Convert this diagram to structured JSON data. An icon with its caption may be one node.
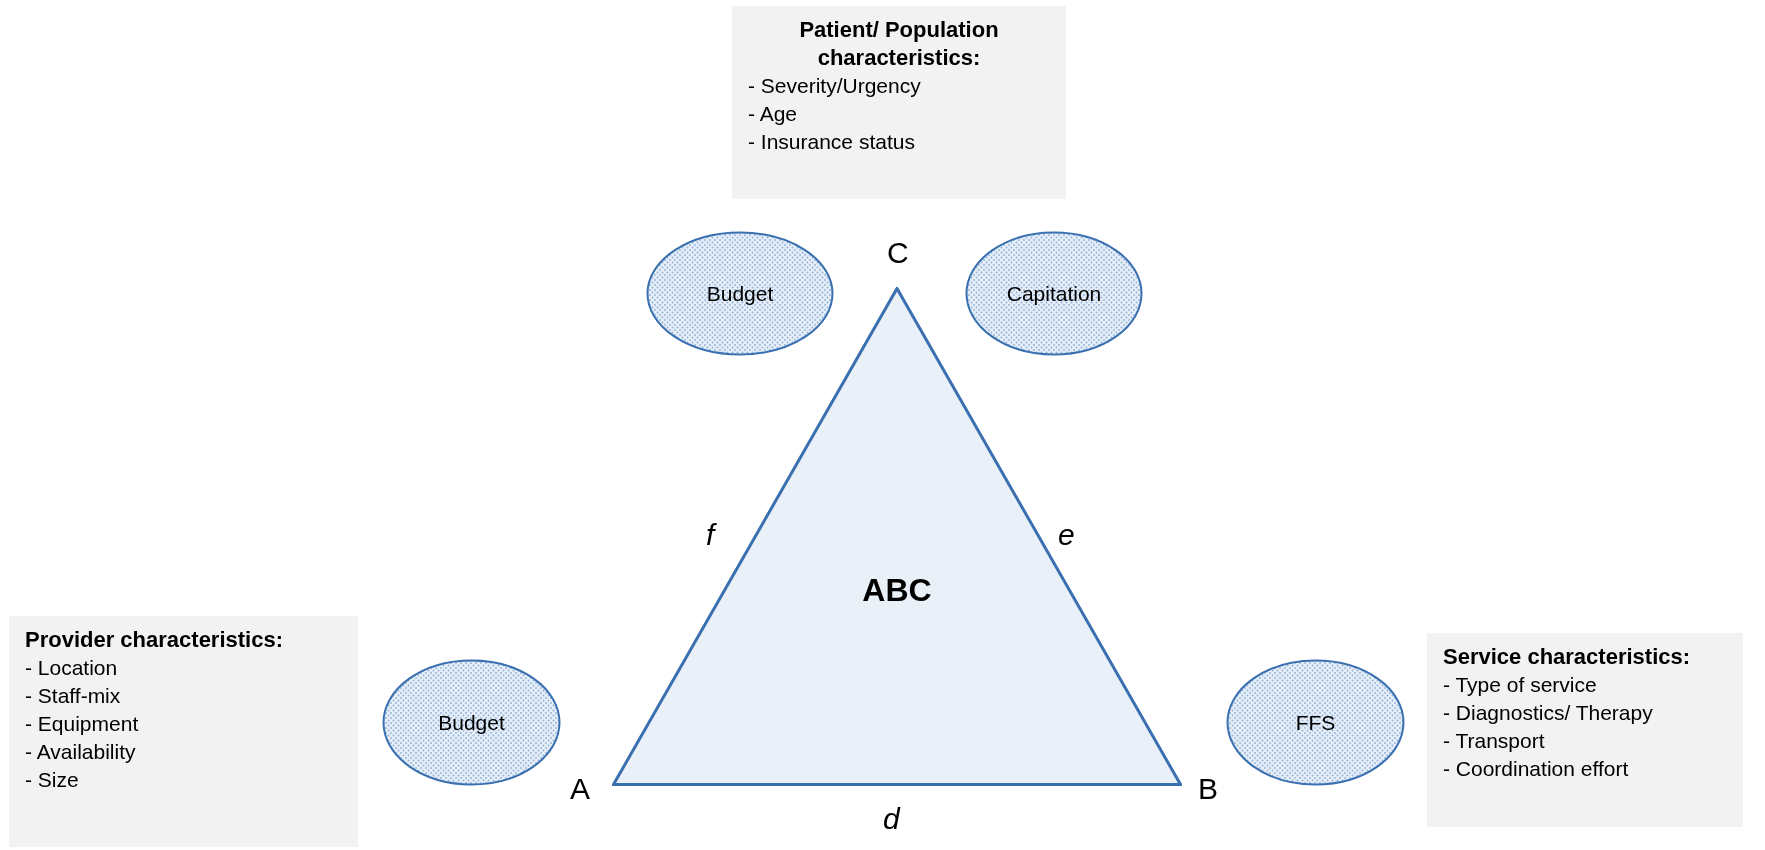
{
  "diagram": {
    "nodes": [
      {
        "text": [
          "Patient/ Population characteristics:",
          "- Severity/Urgency",
          "- Age",
          "- Insurance status"
        ]
      },
      {
        "text": [
          "Budget"
        ]
      },
      {
        "text": [
          "Capitation"
        ]
      },
      {
        "text": [
          "ABC"
        ]
      },
      {
        "text": [
          "Provider characteristics:",
          "- Location",
          "- Staff-mix",
          "- Equipment",
          "- Availability",
          "- Size"
        ]
      },
      {
        "text": [
          "Budget"
        ]
      },
      {
        "text": [
          "FFS"
        ]
      },
      {
        "text": [
          "Service characteristics:",
          "- Type of service",
          "- Diagnostics/ Therapy",
          "- Transport",
          "- Coordination effort"
        ]
      }
    ],
    "edges": [],
    "labels": [
      "C",
      "f",
      "e",
      "A",
      "B",
      "d"
    ]
  }
}
